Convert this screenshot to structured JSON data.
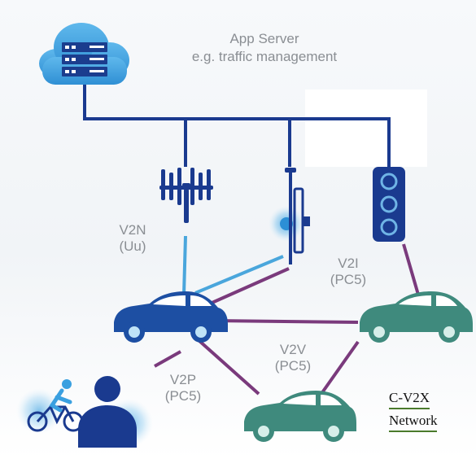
{
  "server": {
    "title": "App Server",
    "subtitle": "e.g. traffic management",
    "icon": "cloud-server-icon"
  },
  "links": {
    "v2n": [
      "V2N",
      "(Uu)"
    ],
    "v2i": [
      "V2I",
      "(PC5)"
    ],
    "v2v": [
      "V2V",
      "(PC5)"
    ],
    "v2p": [
      "V2P",
      "(PC5)"
    ]
  },
  "network": {
    "line1": "C-V2X",
    "line2": "Network"
  },
  "colors": {
    "navy": "#1a3a8f",
    "light_blue": "#4aa6dc",
    "link_purple": "#7a3a7c",
    "teal_car": "#3f8a7d",
    "blue_car": "#1d4fa3",
    "label_gray": "#8a8e93",
    "underline_green": "#4a7a2c"
  },
  "icons": {
    "cell_tower": "cell-tower-icon",
    "rsu": "roadside-unit-icon",
    "traffic_light": "traffic-light-icon",
    "vehicle": "car-icon",
    "pedestrian": "pedestrian-icon",
    "cyclist": "cyclist-icon"
  }
}
